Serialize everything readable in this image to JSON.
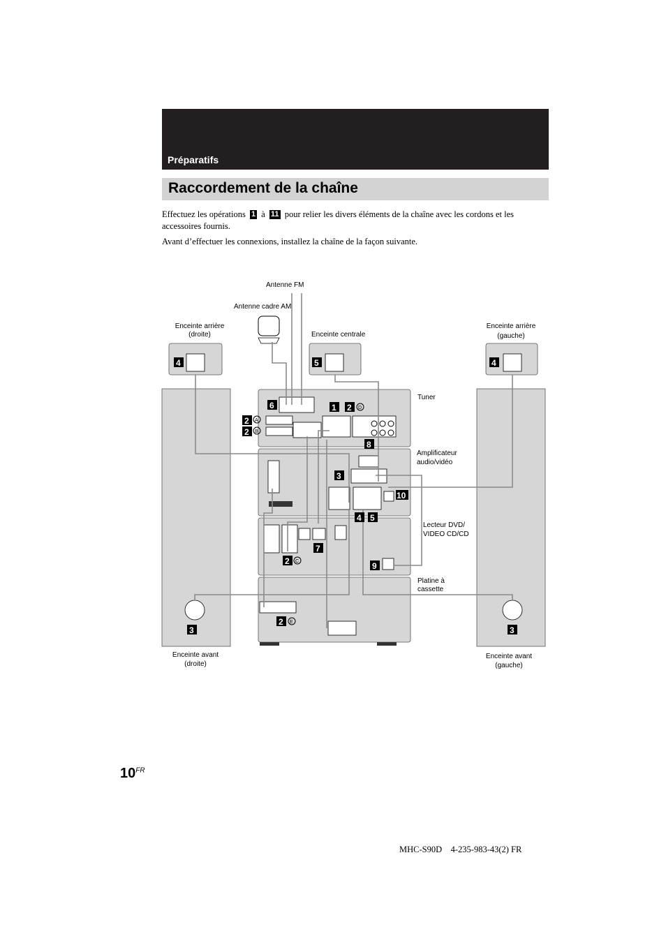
{
  "header": {
    "section": "Préparatifs",
    "title": "Raccordement de la chaîne"
  },
  "intro": {
    "p1_before": "Effectuez les opérations",
    "step_first": "1",
    "p1_middle": "à",
    "step_last": "11",
    "p1_after": "pour relier les divers éléments de la chaîne avec les cordons et les accessoires fournis.",
    "p2": "Avant d’effectuer les connexions, installez la chaîne de la façon suivante."
  },
  "diagram": {
    "labels": {
      "antenne_fm": "Antenne FM",
      "antenne_am": "Antenne cadre AM",
      "rear_right_1": "Enceinte arrière",
      "rear_right_2": "(droite)",
      "center": "Enceinte centrale",
      "rear_left_1": "Enceinte arrière",
      "rear_left_2": "(gauche)",
      "tuner": "Tuner",
      "amp_1": "Amplificateur",
      "amp_2": "audio/vidéo",
      "dvd_1": "Lecteur DVD/",
      "dvd_2": "VIDEO CD/CD",
      "cassette_1": "Platine à",
      "cassette_2": "cassette",
      "front_right_1": "Enceinte avant",
      "front_right_2": "(droite)",
      "front_left_1": "Enceinte avant",
      "front_left_2": "(gauche)"
    },
    "steps": {
      "s1": "1",
      "s2": "2",
      "s3": "3",
      "s4": "4",
      "s5": "5",
      "s6": "6",
      "s7": "7",
      "s8": "8",
      "s9": "9",
      "s10": "10"
    },
    "circles": {
      "a": "A",
      "b": "B",
      "c": "C",
      "d": "D",
      "e": "E"
    }
  },
  "footer": {
    "page": "10",
    "page_suffix": "FR",
    "code": "MHC-S90D    4-235-983-43(2) FR"
  }
}
